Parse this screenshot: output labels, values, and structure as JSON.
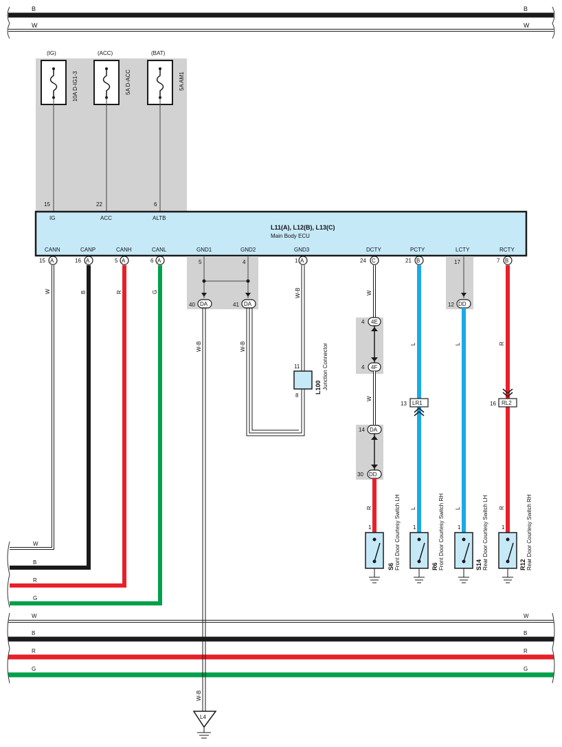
{
  "bus_top": {
    "b": "B",
    "w": "W"
  },
  "fuses": [
    {
      "source": "(IG)",
      "name": "10A D-IG1-3",
      "pin": "15",
      "terminal": "IG"
    },
    {
      "source": "(ACC)",
      "name": "5A D-ACC",
      "pin": "22",
      "terminal": "ACC"
    },
    {
      "source": "(BAT)",
      "name": "5A AM1",
      "pin": "6",
      "terminal": "ALTB"
    }
  ],
  "ecu": {
    "connectors": "L11(A), L12(B), L13(C)",
    "name": "Main Body ECU"
  },
  "ecu_pins": [
    {
      "label": "CANN",
      "pin": "15",
      "conn": "A"
    },
    {
      "label": "CANP",
      "pin": "16",
      "conn": "A"
    },
    {
      "label": "CANH",
      "pin": "5",
      "conn": "A"
    },
    {
      "label": "CANL",
      "pin": "6",
      "conn": "A"
    },
    {
      "label": "GND1",
      "pin": "5",
      "conn": ""
    },
    {
      "label": "GND2",
      "pin": "4",
      "conn": ""
    },
    {
      "label": "GND3",
      "pin": "1",
      "conn": "A"
    },
    {
      "label": "DCTY",
      "pin": "24",
      "conn": "C"
    },
    {
      "label": "PCTY",
      "pin": "21",
      "conn": "B"
    },
    {
      "label": "LCTY",
      "pin": "17",
      "conn": ""
    },
    {
      "label": "RCTY",
      "pin": "7",
      "conn": "B"
    }
  ],
  "wire_colors": {
    "canl_w": "W",
    "canp_b": "B",
    "canh_r": "R",
    "canl_g": "G",
    "wb": "W-B",
    "w": "W",
    "l": "L",
    "r": "R"
  },
  "gnd_connectors": [
    {
      "pin": "40",
      "conn": "DA"
    },
    {
      "pin": "41",
      "conn": "DA"
    }
  ],
  "junction": {
    "id": "L100",
    "name": "Junction Connector",
    "pin_top": "11",
    "pin_bottom": "8"
  },
  "dcty_connectors": [
    {
      "pin": "4",
      "conn": "4E"
    },
    {
      "pin": "4",
      "conn": "4F"
    },
    {
      "pin": "14",
      "conn": "DA"
    },
    {
      "pin": "30",
      "conn": "DD"
    }
  ],
  "lcty_conn": {
    "pin": "12",
    "conn": "DD"
  },
  "pcty_conn": {
    "pin": "13",
    "conn": "LR1"
  },
  "rcty_conn": {
    "pin": "16",
    "conn": "RL2"
  },
  "switches": [
    {
      "pin": "1",
      "id": "S6",
      "name": "Front Door Courtesy Switch LH"
    },
    {
      "pin": "1",
      "id": "R6",
      "name": "Front Door Courtesy Switch RH"
    },
    {
      "pin": "1",
      "id": "S14",
      "name": "Rear Door Courtesy Switch LH"
    },
    {
      "pin": "1",
      "id": "R12",
      "name": "Rear Door Courtesy Switch RH"
    }
  ],
  "ground_point": "L4",
  "bus_bottom": {
    "w": "W",
    "b": "B",
    "r": "R",
    "g": "G"
  },
  "colors": {
    "black": "#1a1a1a",
    "red": "#e8202a",
    "green": "#00a04a",
    "blue": "#1aaae8",
    "ecu_fill": "#c6e9f8",
    "shade": "#d2d2d2"
  }
}
